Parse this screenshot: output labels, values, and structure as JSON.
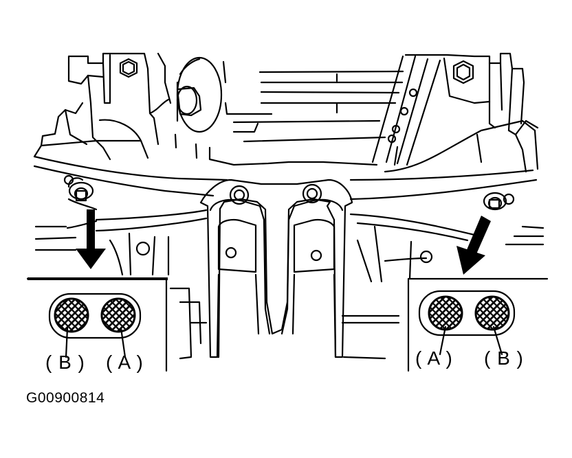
{
  "figure_id": "G00900814",
  "callouts": {
    "left": {
      "first": "( B )",
      "second": "( A )"
    },
    "right": {
      "first": "( A )",
      "second": "( B )"
    }
  },
  "colors": {
    "ink": "#000000",
    "paper": "#ffffff"
  }
}
